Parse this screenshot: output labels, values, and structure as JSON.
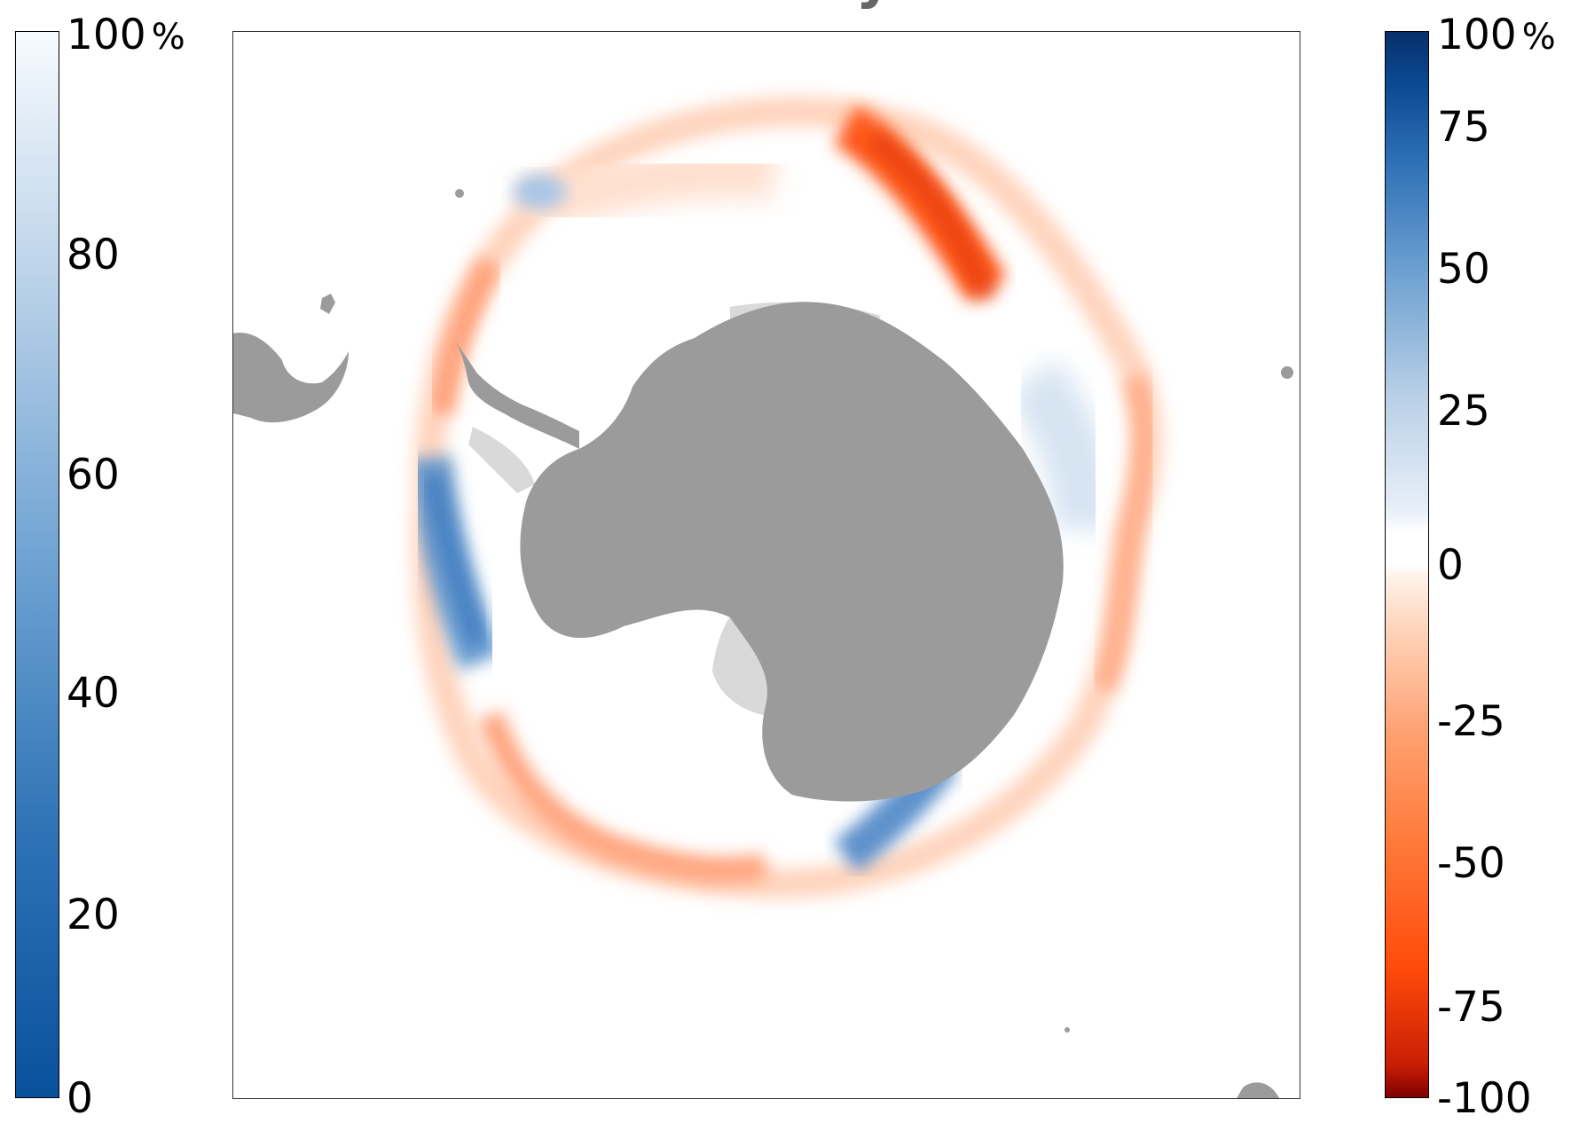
{
  "title": "Anomaly",
  "left_colorbar": {
    "ticks": [
      "100",
      "80",
      "60",
      "40",
      "20",
      "0"
    ],
    "unit": "%",
    "colors": {
      "low": "#08519c",
      "high": "#f7fbff"
    }
  },
  "right_colorbar": {
    "ticks": [
      "100",
      "75",
      "50",
      "25",
      "0",
      "-25",
      "-50",
      "-75",
      "-100"
    ],
    "unit": "%",
    "colors": {
      "negative_extreme": "#7f0000",
      "negative": "#ff4a0a",
      "neutral": "#ffffff",
      "positive": "#2d6fb5",
      "positive_extreme": "#08306b"
    }
  },
  "map": {
    "projection": "south polar stereographic",
    "land_color": "#9b9b9b",
    "ice_shelf_color": "#d9d9d9"
  }
}
